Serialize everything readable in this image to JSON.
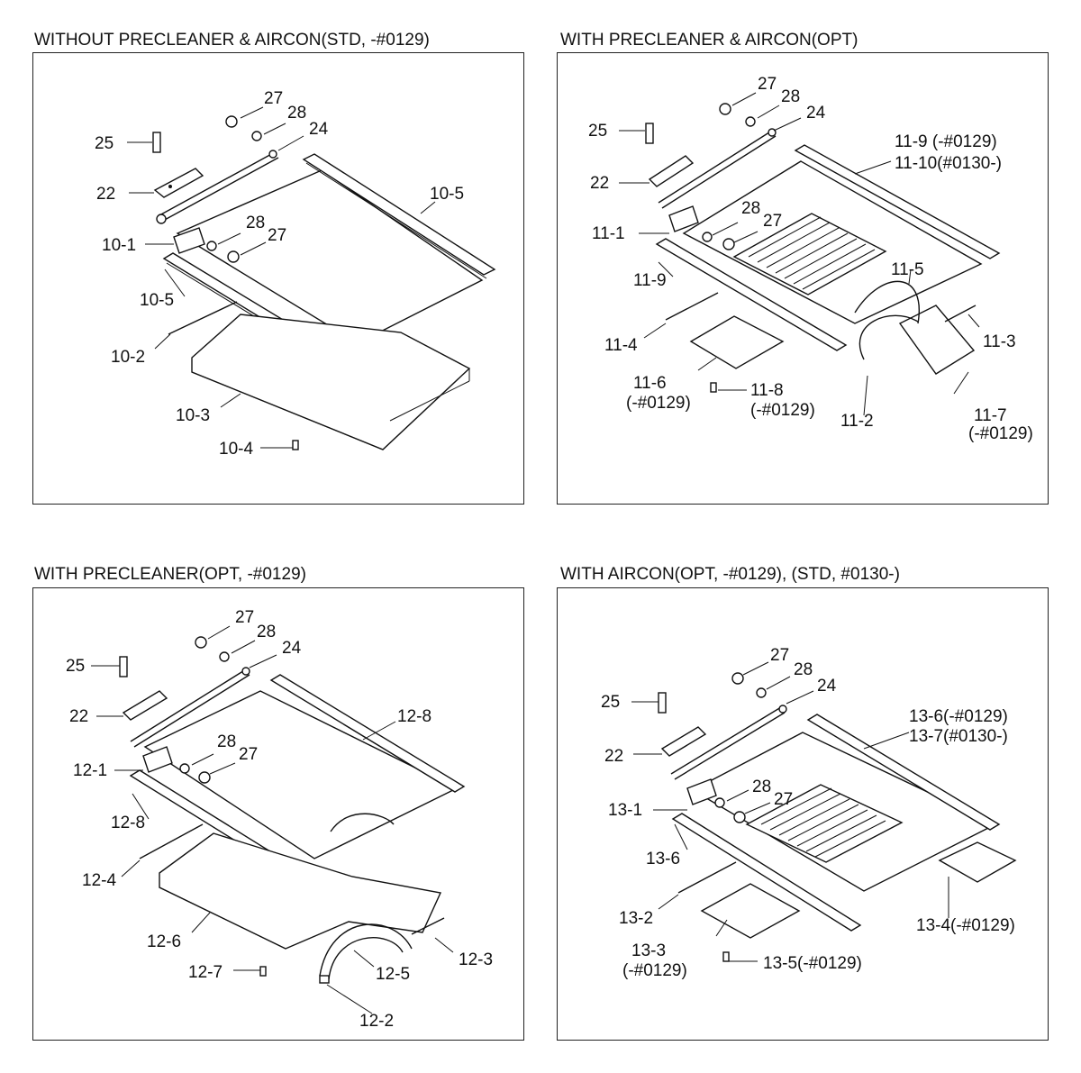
{
  "panels": [
    {
      "title": "WITHOUT PRECLEANER & AIRCON(STD, -#0129)",
      "labels": [
        "27",
        "28",
        "24",
        "25",
        "22",
        "10-5",
        "28",
        "27",
        "10-1",
        "10-5",
        "10-2",
        "10-3",
        "10-4"
      ]
    },
    {
      "title": "WITH PRECLEANER & AIRCON(OPT)",
      "labels": [
        "27",
        "28",
        "24",
        "25",
        "22",
        "11-9  (-#0129)",
        "11-10(#0130-)",
        "28",
        "27",
        "11-1",
        "11-5",
        "11-9",
        "11-3",
        "11-4",
        "11-6",
        "(-#0129)",
        "11-8",
        "(-#0129)",
        "11-7",
        "(-#0129)",
        "11-2"
      ]
    },
    {
      "title": "WITH PRECLEANER(OPT, -#0129)",
      "labels": [
        "27",
        "28",
        "24",
        "25",
        "22",
        "12-8",
        "28",
        "27",
        "12-1",
        "12-8",
        "12-4",
        "12-6",
        "12-5",
        "12-3",
        "12-7",
        "12-2"
      ]
    },
    {
      "title": "WITH AIRCON(OPT, -#0129), (STD, #0130-)",
      "labels": [
        "27",
        "28",
        "24",
        "25",
        "22",
        "13-6(-#0129)",
        "13-7(#0130-)",
        "28",
        "27",
        "13-1",
        "13-6",
        "13-2",
        "13-3",
        "(-#0129)",
        "13-4(-#0129)",
        "13-5(-#0129)"
      ]
    }
  ]
}
